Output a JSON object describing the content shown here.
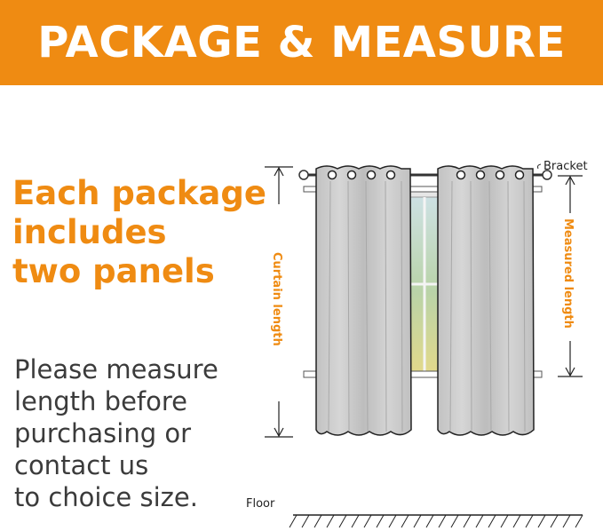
{
  "banner": {
    "title": "PACKAGE & MEASURE"
  },
  "headline": {
    "lines": [
      "Each package",
      "includes",
      "two panels"
    ]
  },
  "instructions": {
    "lines": [
      "Please measure",
      "length before",
      "purchasing or",
      "contact us",
      "to choice size."
    ]
  },
  "diagram": {
    "bracket_label": "Bracket",
    "curtain_length_label": "Curtain length",
    "measured_length_label": "Measured length",
    "floor_label": "Floor"
  },
  "colors": {
    "accent": "#ef8b12",
    "curtain": "#c9c9c9",
    "outline": "#222222"
  }
}
